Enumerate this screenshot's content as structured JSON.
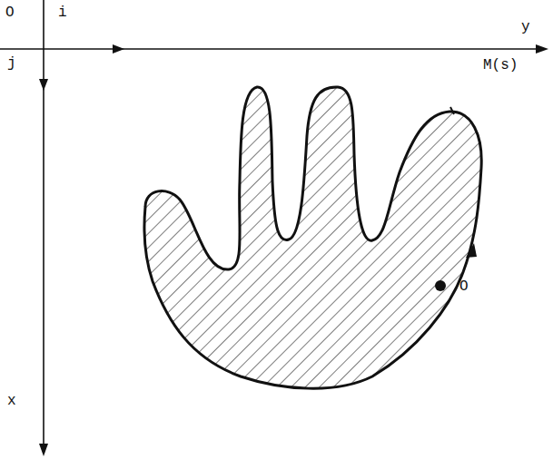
{
  "diagram": {
    "labels": [
      "O",
      "i",
      "y",
      "j",
      "M(s)",
      "O",
      "x"
    ]
  }
}
